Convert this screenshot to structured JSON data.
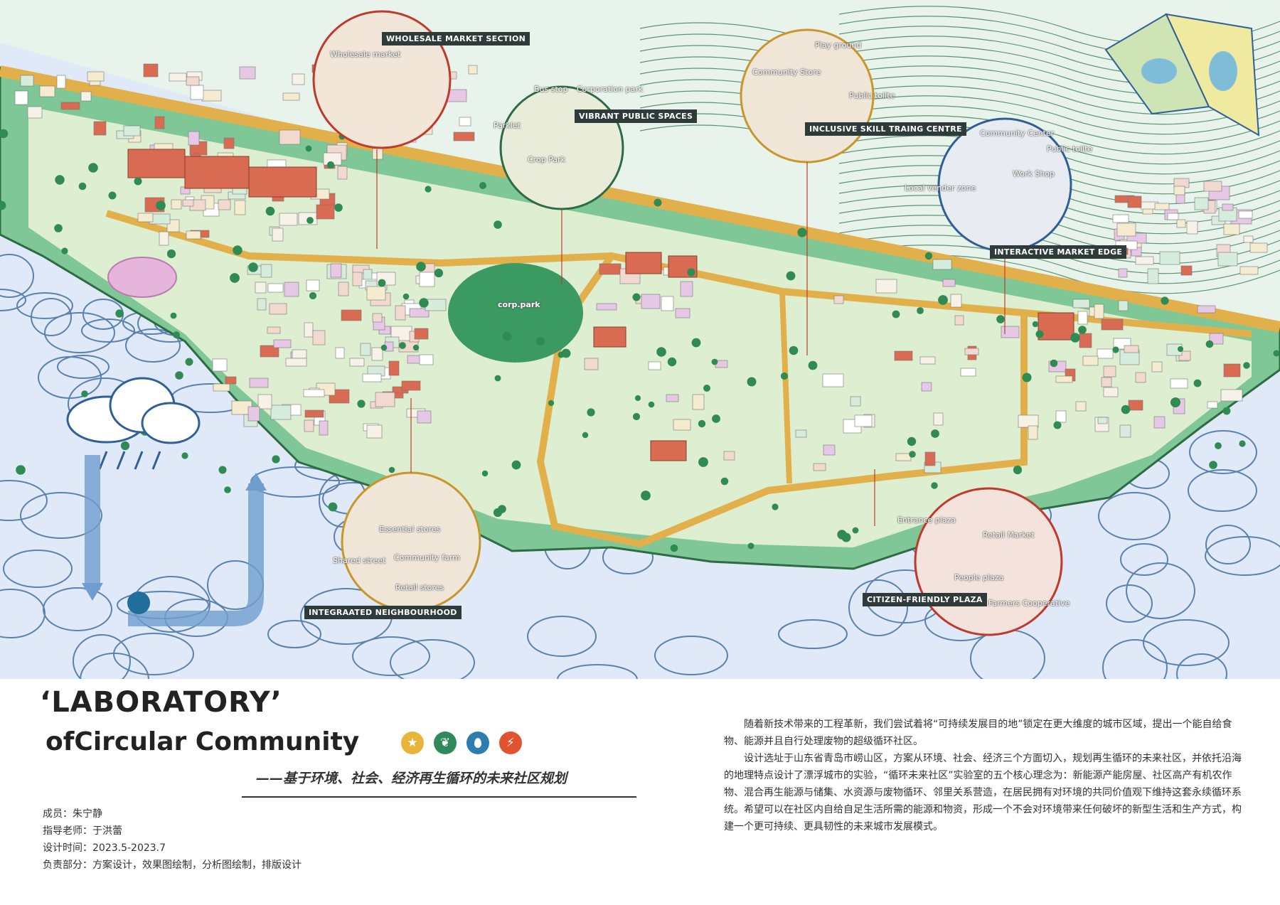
{
  "map": {
    "callouts": {
      "wholesale_market_section": "WHOLESALE MARKET SECTION",
      "vibrant_public_spaces": "VIBRANT PUBLIC SPACES",
      "inclusive_skill_training_centre": "INCLUSIVE SKILL TRAING CENTRE",
      "interactive_market_edge": "INTERACTIVE MARKET EDGE",
      "integrated_neighbourhood": "INTEGRAATED NEIGHBOURHOOD",
      "citizen_friendly_plaza": "CITIZEN-FRIENDLY PLAZA"
    },
    "labels": {
      "wholesale_market": "Wholesale market",
      "bus_stop": "Bus stop",
      "corporation_park": "Corporation park",
      "parklet": "Parklet",
      "crop_park": "Crop  Park",
      "play_ground": "Play ground",
      "community_store": "Community Store",
      "public_toilte_1": "Public toilte",
      "community_center": "Community Center",
      "public_toilte_2": "Public toilte",
      "work_shop": "Work Shop",
      "local_vender_zone": "Local vender zone",
      "essential_stores": "Essential stores",
      "shared_street": "Shared street",
      "community_farm": "Community farm",
      "retail_stores": "Retail stores",
      "entrance_plaza": "Entrance plaza",
      "retail_market": "Retail Market",
      "people_plaza": "People plaza",
      "farmers_cooperative": "Farmers Cooperative",
      "corp_park_sign": "corp.park"
    }
  },
  "title": {
    "line1": "‘LABORATORY’",
    "line2": "ofCircular Community",
    "subtitle": "——基于环境、社会、经济再生循环的未来社区规划"
  },
  "theme_icons": [
    {
      "name": "star-icon",
      "glyph": "★",
      "color": "#e8b53a"
    },
    {
      "name": "leaf-icon",
      "glyph": "❦",
      "color": "#2e8a5a"
    },
    {
      "name": "water-drop-icon",
      "glyph": "💧",
      "color": "#2c7db0"
    },
    {
      "name": "lightning-icon",
      "glyph": "⚡",
      "color": "#e0532e"
    }
  ],
  "credits": {
    "member": "成员：朱宁静",
    "advisor": "指导老师：于洪蕾",
    "time": "设计时间：2023.5-2023.7",
    "role": "负责部分：方案设计，效果图绘制，分析图绘制，排版设计"
  },
  "description": {
    "p1": "随着新技术带来的工程革新，我们尝试着将“可持续发展目的地”锁定在更大维度的城市区域，提出一个能自给食物、能源并且自行处理废物的超级循环社区。",
    "p2": "设计选址于山东省青岛市崂山区，方案从环境、社会、经济三个方面切入，规划再生循环的未来社区，并依托沿海的地理特点设计了漂浮城市的实验，“循环未来社区”实验室的五个核心理念为：新能源产能房屋、社区高产有机农作物、混合再生能源与储集、水资源与废物循环、邻里关系营造，在居民拥有对环境的共同价值观下维持这套永续循环系统。希望可以在社区内自给自足生活所需的能源和物资，形成一个不会对环境带来任何破坏的新型生活和生产方式，构建一个更可持续、更具韧性的未来城市发展模式。"
  },
  "colors": {
    "sea": "#dfe9f7",
    "sea_lines": "#2f5f95",
    "land": "#7fc796",
    "road": "#e2b04a",
    "hills": "#e8f3ec",
    "contour": "#3c7d57",
    "callout_tag": "#2f3a3a"
  }
}
